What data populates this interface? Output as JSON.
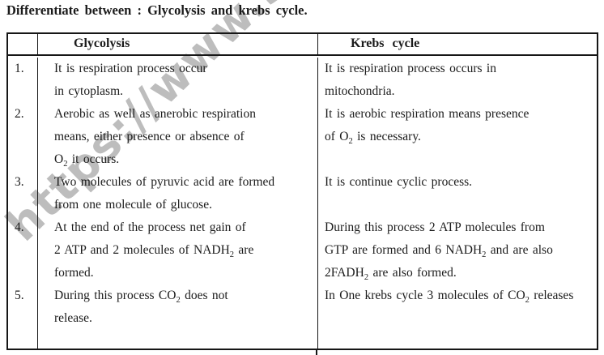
{
  "colors": {
    "text": "#1b1b1b",
    "border": "#161616",
    "background": "#ffffff",
    "watermark": "#bdbdbd"
  },
  "watermark": {
    "text": "https://www.s"
  },
  "title": "Differentiate between : Glycolysis and krebs cycle.",
  "table": {
    "headers": {
      "glycolysis": "Glycolysis",
      "krebs": "Krebs cycle"
    },
    "rows": [
      {
        "num": "1.",
        "glycolysis": [
          "It is respiration process occur",
          "in cytoplasm."
        ],
        "krebs": [
          "It is respiration process occurs in",
          "mitochondria."
        ]
      },
      {
        "num": "2.",
        "glycolysis": [
          "Aerobic as well as anerobic respiration",
          "means, either presence or absence of",
          "O_2 it occurs."
        ],
        "krebs": [
          "It is aerobic respiration means presence",
          "of O_2 is necessary."
        ]
      },
      {
        "num": "3.",
        "glycolysis": [
          "Two molecules of pyruvic acid are formed",
          "from one molecule of glucose."
        ],
        "krebs": [
          "It is continue cyclic process."
        ]
      },
      {
        "num": "4.",
        "glycolysis": [
          "At the end of the process net gain of",
          "2 ATP and 2 molecules of NADH_2 are",
          "formed."
        ],
        "krebs": [
          "During this process 2 ATP molecules from",
          "GTP are formed and 6 NADH_2 and are also",
          "2FADH_2 are also formed."
        ]
      },
      {
        "num": "5.",
        "glycolysis": [
          "During this process CO_2 does not",
          "release."
        ],
        "krebs": [
          "In One krebs cycle 3 molecules of CO_2 releases"
        ]
      }
    ]
  }
}
